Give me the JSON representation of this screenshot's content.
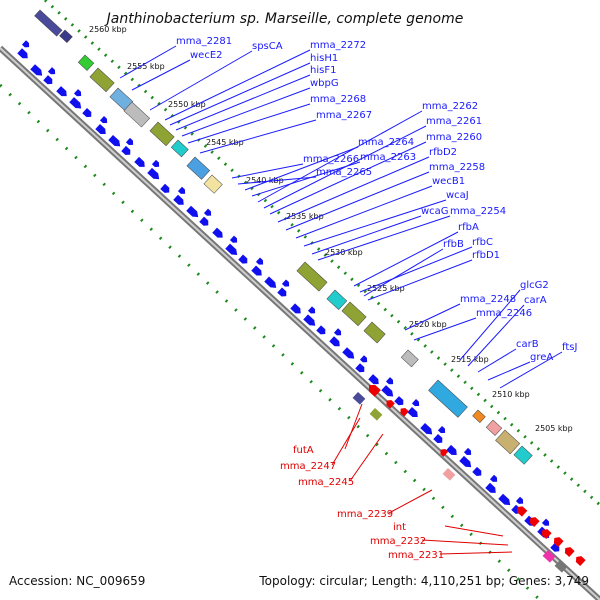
{
  "title": "Janthinobacterium sp. Marseille, complete genome",
  "footer": {
    "accession": "Accession: NC_009659",
    "topology": "Topology: circular; Length: 4,110,251 bp; Genes: 3,749"
  },
  "colors": {
    "backbone": "#9a9a9a",
    "forward_gene": "#1010ee",
    "reverse_gene": "#ee0000",
    "dots": "#1e8a1e",
    "forward_label": "#1a1aff",
    "reverse_label": "#e00000"
  },
  "ticks": [
    {
      "label": "2560 kbp",
      "pos": 2560
    },
    {
      "label": "2555 kbp",
      "pos": 2555
    },
    {
      "label": "2550 kbp",
      "pos": 2550
    },
    {
      "label": "2545 kbp",
      "pos": 2545
    },
    {
      "label": "2540 kbp",
      "pos": 2540
    },
    {
      "label": "2535 kbp",
      "pos": 2535
    },
    {
      "label": "2530 kbp",
      "pos": 2530
    },
    {
      "label": "2525 kbp",
      "pos": 2525
    },
    {
      "label": "2520 kbp",
      "pos": 2520
    },
    {
      "label": "2515 kbp",
      "pos": 2515
    },
    {
      "label": "2510 kbp",
      "pos": 2510
    },
    {
      "label": "2505 kbp",
      "pos": 2505
    }
  ],
  "forward_labels": [
    "mma_2281",
    "wecE2",
    "spsCA",
    "mma_2272",
    "hisH1",
    "hisF1",
    "wbpG",
    "mma_2268",
    "mma_2267",
    "mma_2266",
    "mma_2265",
    "mma_2264",
    "mma_2263",
    "mma_2262",
    "mma_2261",
    "mma_2260",
    "rfbD2",
    "mma_2258",
    "wecB1",
    "wcaJ",
    "wcaG",
    "mma_2254",
    "rfbA",
    "rfbC",
    "rfbD1",
    "rfbB",
    "mma_2248",
    "mma_2246",
    "glcG2",
    "carA",
    "carB",
    "greA",
    "ftsJ"
  ],
  "reverse_labels": [
    "futA",
    "mma_2247",
    "mma_2245",
    "mma_2239",
    "int",
    "mma_2232",
    "mma_2231"
  ]
}
